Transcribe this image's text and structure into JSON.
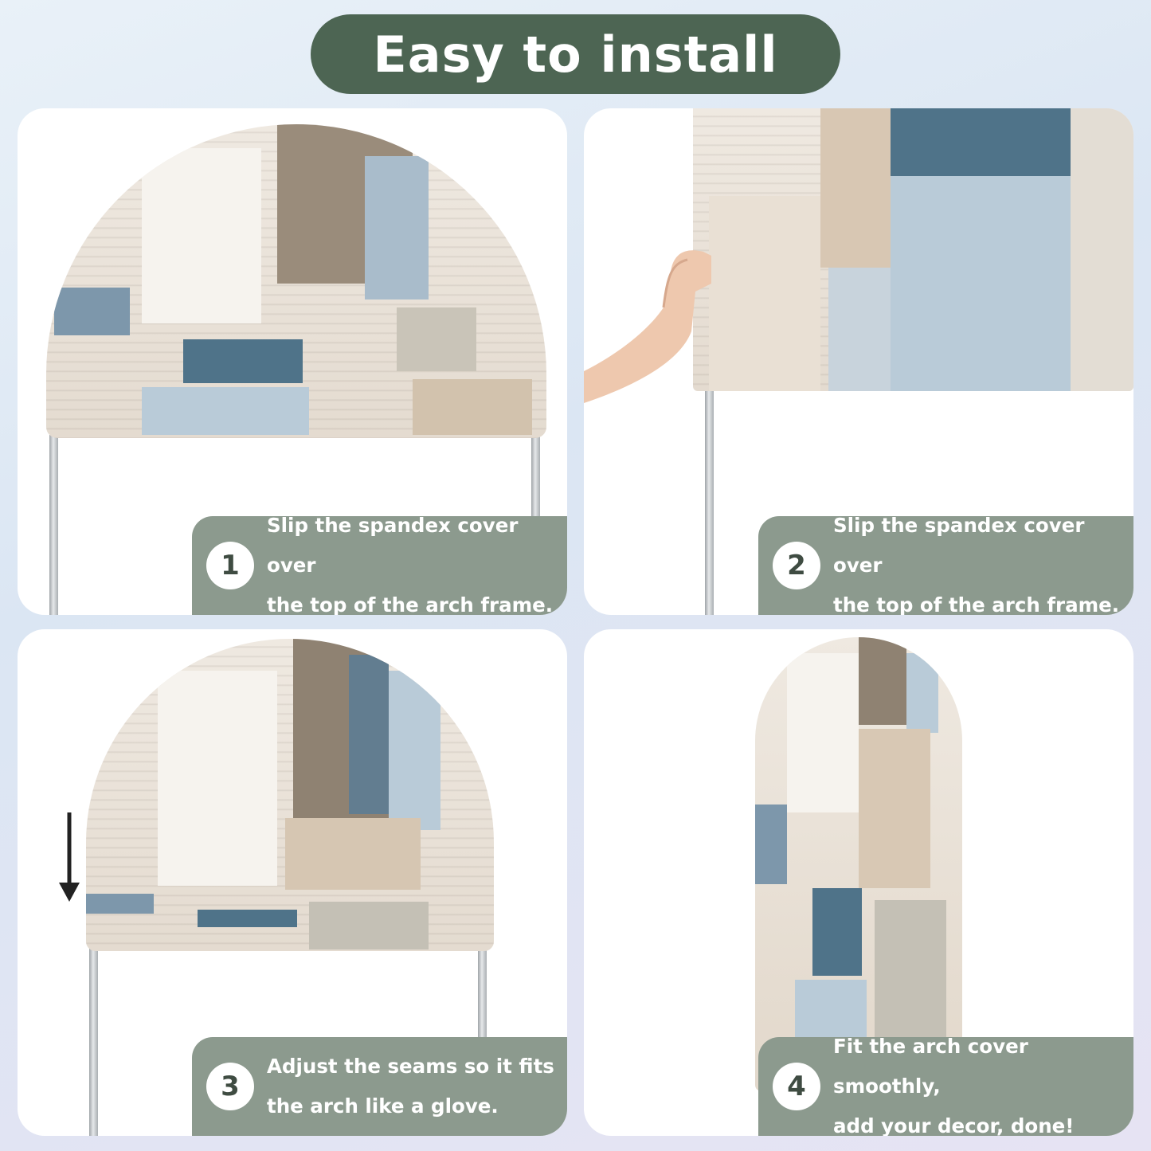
{
  "title": "Easy to install",
  "colors": {
    "title_bg": "#4d6553",
    "caption_bg": "#8c9a8e",
    "panel_bg": "#ffffff",
    "fabric_beige": "#d9ccbc",
    "fabric_taupe": "#9a8c7b",
    "fabric_blue": "#4f7389",
    "fabric_light_blue": "#b9cbd8"
  },
  "steps": [
    {
      "number": "1",
      "text": "Slip the spandex cover over\nthe top of the arch frame."
    },
    {
      "number": "2",
      "text": "Slip the spandex cover over\nthe top of the arch frame."
    },
    {
      "number": "3",
      "text": "Adjust the seams so it fits\nthe arch like a glove."
    },
    {
      "number": "4",
      "text": "Fit the arch cover smoothly,\nadd your decor, done!"
    }
  ],
  "icons": {
    "step3_arrow": "arrow-down-icon",
    "step2_hand": "hand-icon"
  }
}
